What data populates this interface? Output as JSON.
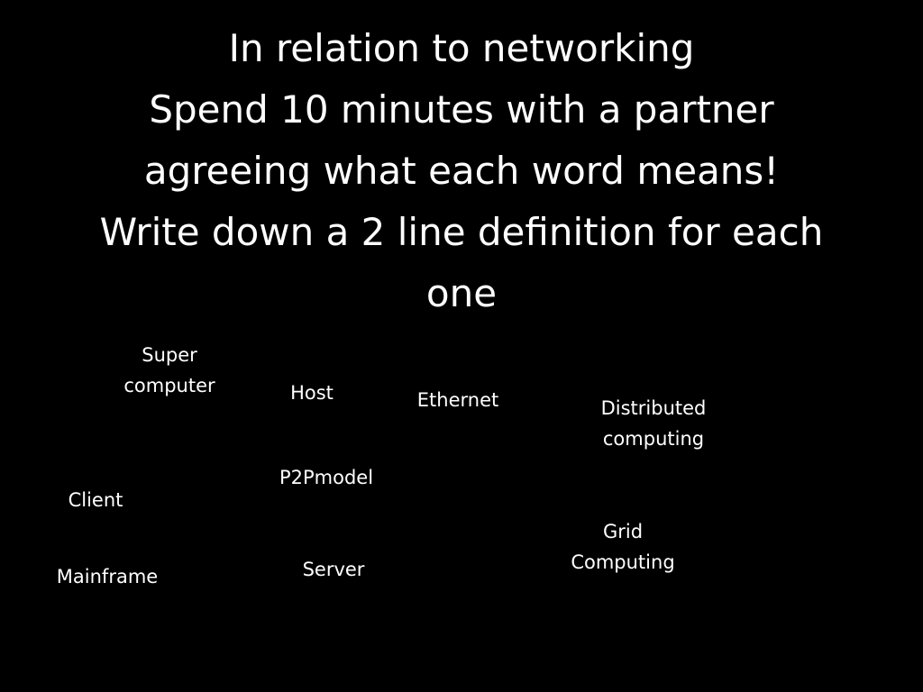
{
  "slide": {
    "background": "#000000",
    "text_color": "#ffffff",
    "title_lines": [
      "In relation to networking",
      "Spend 10 minutes with a partner",
      "agreeing what each word means!",
      "Write down a 2 line definition for each",
      "one"
    ],
    "terms": {
      "supercomputer": [
        "Super",
        "computer"
      ],
      "host": [
        "Host"
      ],
      "ethernet": [
        "Ethernet"
      ],
      "distributed_computing": [
        "Distributed",
        "computing"
      ],
      "p2pmodel": [
        "P2Pmodel"
      ],
      "client": [
        "Client"
      ],
      "grid_computing": [
        "Grid",
        "Computing"
      ],
      "server": [
        "Server"
      ],
      "mainframe": [
        "Mainframe"
      ]
    }
  }
}
